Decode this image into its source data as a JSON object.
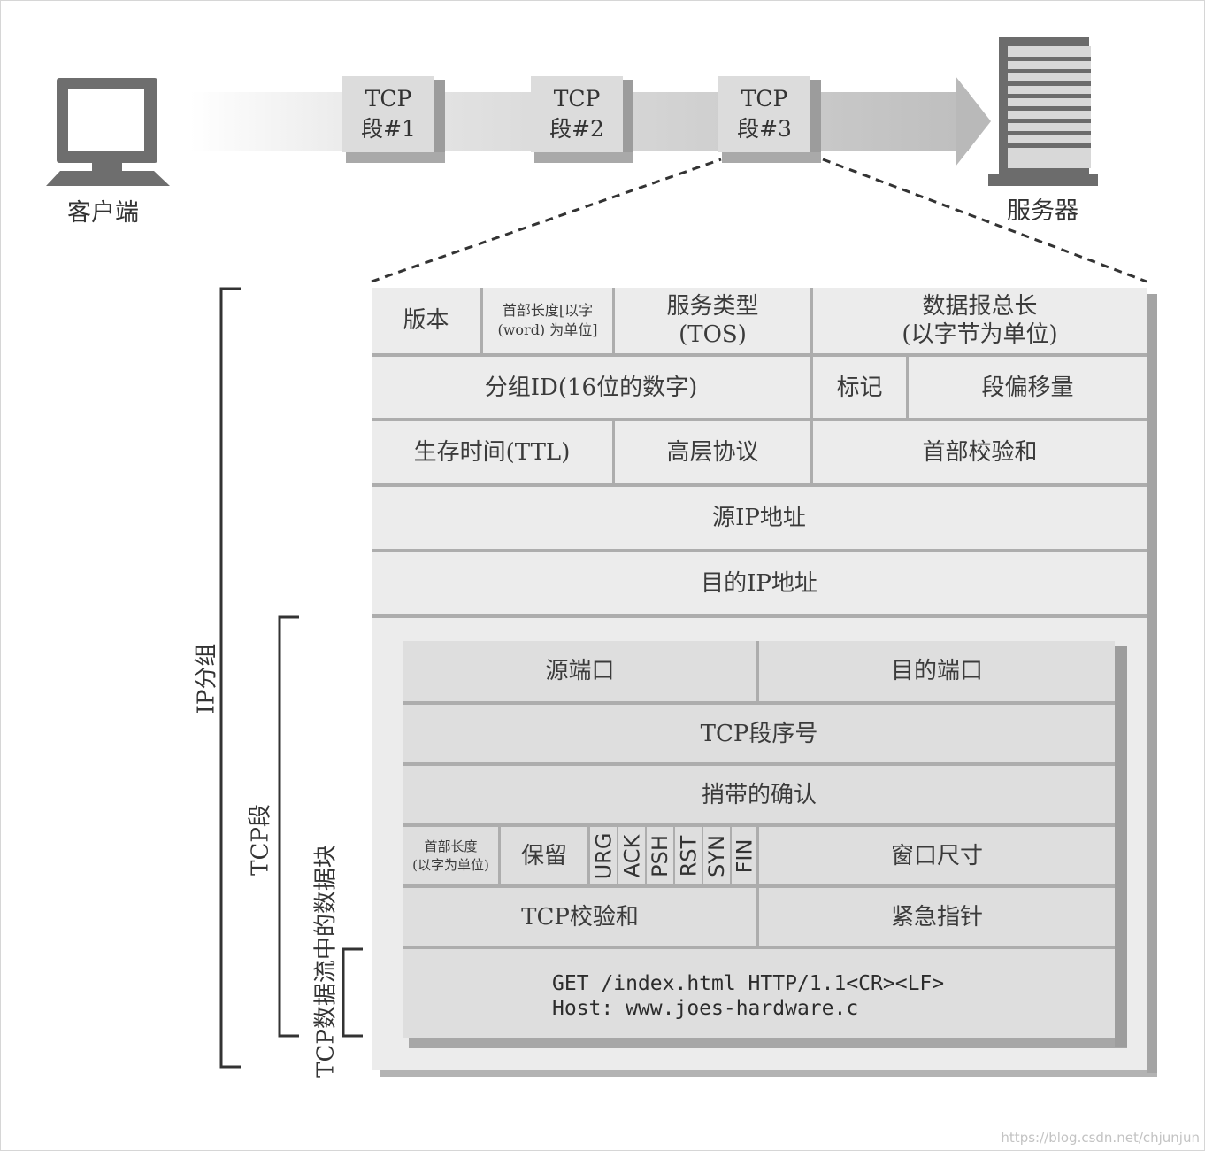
{
  "flow": {
    "client_label": "客户端",
    "server_label": "服务器",
    "segments": [
      {
        "line1": "TCP",
        "line2": "段#1"
      },
      {
        "line1": "TCP",
        "line2": "段#2"
      },
      {
        "line1": "TCP",
        "line2": "段#3"
      }
    ]
  },
  "ip_header": {
    "row1": {
      "version": "版本",
      "ihl_line1": "首部长度[以字",
      "ihl_line2": "(word) 为单位]",
      "tos_line1": "服务类型",
      "tos_line2": "(TOS)",
      "total_line1": "数据报总长",
      "total_line2": "(以字节为单位)"
    },
    "row2": {
      "id": "分组ID(16位的数字)",
      "flags": "标记",
      "offset": "段偏移量"
    },
    "row3": {
      "ttl": "生存时间(TTL)",
      "protocol": "高层协议",
      "checksum": "首部校验和"
    },
    "src": "源IP地址",
    "dst": "目的IP地址"
  },
  "tcp_header": {
    "src_port": "源端口",
    "dst_port": "目的端口",
    "seq": "TCP段序号",
    "ack": "捎带的确认",
    "hlen_line1": "首部长度",
    "hlen_line2": "(以字为单位)",
    "reserved": "保留",
    "flags": [
      "URG",
      "ACK",
      "PSH",
      "RST",
      "SYN",
      "FIN"
    ],
    "window": "窗口尺寸",
    "checksum": "TCP校验和",
    "urgent": "紧急指针",
    "data_line1": "GET /index.html HTTP/1.1<CR><LF>",
    "data_line2": "Host: www.joes-hardware.c"
  },
  "brackets": {
    "ip_packet": "IP分组",
    "tcp_segment": "TCP段",
    "tcp_stream": "TCP数据流中的数据块"
  },
  "watermark": "https://blog.csdn.net/chjunjun"
}
